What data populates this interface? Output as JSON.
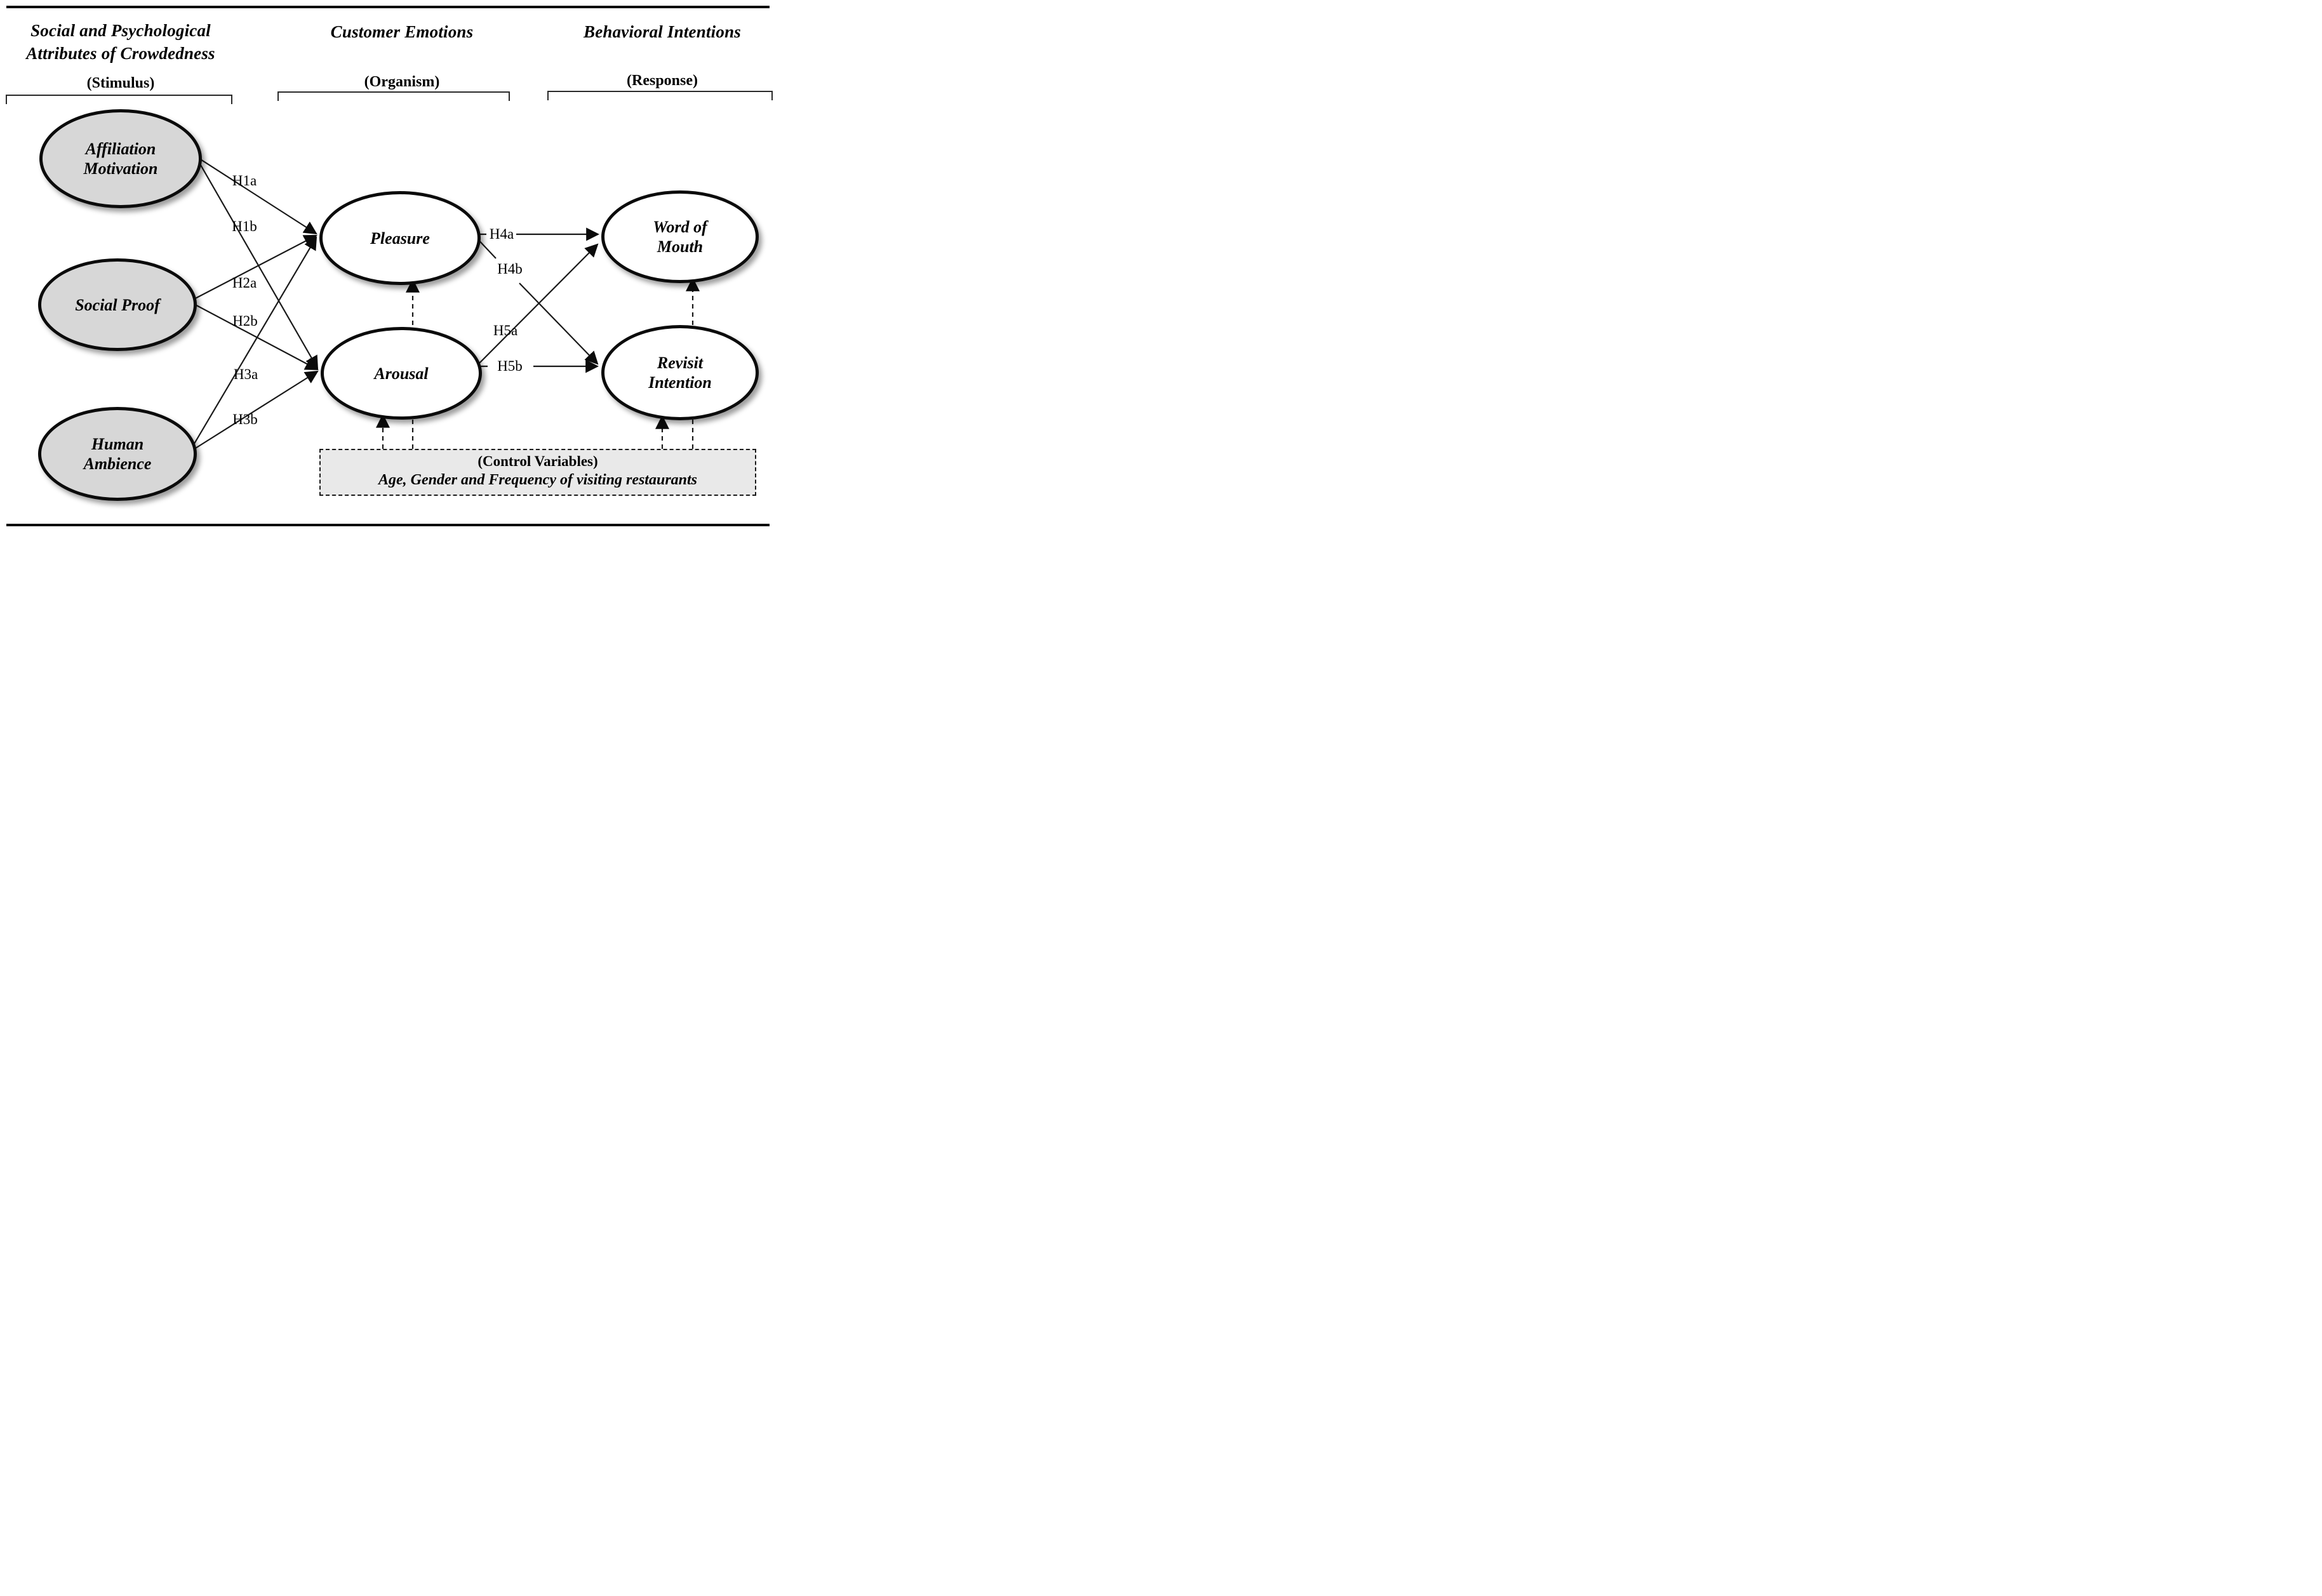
{
  "header": {
    "stimulus": {
      "line1": "Social and Psychological",
      "line2": "Attributes of Crowdedness",
      "tag": "(Stimulus)"
    },
    "organism": {
      "line1": "Customer Emotions",
      "tag": "(Organism)"
    },
    "response": {
      "line1": "Behavioral Intentions",
      "tag": "(Response)"
    }
  },
  "nodes": {
    "affiliation": {
      "line1": "Affiliation",
      "line2": "Motivation"
    },
    "social_proof": {
      "line1": "Social Proof"
    },
    "human_ambience": {
      "line1": "Human",
      "line2": "Ambience"
    },
    "pleasure": {
      "line1": "Pleasure"
    },
    "arousal": {
      "line1": "Arousal"
    },
    "word_of_mouth": {
      "line1": "Word of",
      "line2": "Mouth"
    },
    "revisit": {
      "line1": "Revisit",
      "line2": "Intention"
    }
  },
  "hypotheses": {
    "h1a": "H1a",
    "h1b": "H1b",
    "h2a": "H2a",
    "h2b": "H2b",
    "h3a": "H3a",
    "h3b": "H3b",
    "h4a": "H4a",
    "h4b": "H4b",
    "h5a": "H5a",
    "h5b": "H5b"
  },
  "control": {
    "title": "(Control Variables)",
    "subtitle": "Age, Gender and Frequency of visiting restaurants"
  },
  "colors": {
    "node_gray": "#d7d7d7",
    "node_white": "#ffffff",
    "control_gray": "#e9e9e9",
    "line": "#1a1a1a"
  }
}
